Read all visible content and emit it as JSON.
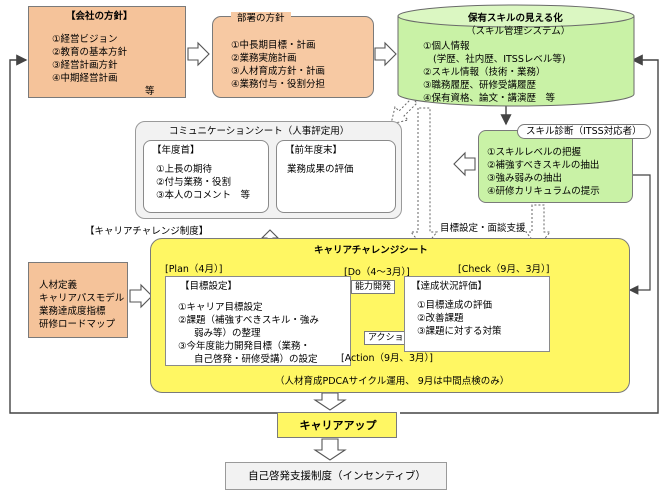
{
  "company_policy": {
    "title": "【会社の方針】",
    "items": [
      "①経営ビジョン",
      "②教育の基本方針",
      "③経営計画方針",
      "④中期経営計画",
      "等"
    ]
  },
  "dept_policy": {
    "title": "部署の方針",
    "items": [
      "①中長期目標・計画",
      "②業務実施計画",
      "③人材育成方針・計画",
      "④業務付与・役割分担"
    ]
  },
  "skill_system": {
    "title_1": "保有スキルの見える化",
    "title_2": "（スキル管理システム）",
    "items": [
      "①個人情報",
      "(学歴、社内歴、ITSSレベル等)",
      "②スキル情報（技術・業務）",
      "③職務履歴、研修受講履歴",
      "④保有資格、論文・講演歴　等"
    ]
  },
  "comm_sheet": {
    "title": "コミュニケーションシート（人事評定用）",
    "start": {
      "title": "【年度首】",
      "items": [
        "①上長の期待",
        "②付与業務・役割",
        "③本人のコメント　等"
      ]
    },
    "end": {
      "title": "【前年度末】",
      "items": [
        "業務成果の評価"
      ]
    }
  },
  "skill_diag": {
    "title": "スキル診断（ITSS対応者）",
    "items": [
      "①スキルレベルの把握",
      "②補強すべきスキルの抽出",
      "③強み弱みの抽出",
      "④研修カリキュラムの提示"
    ]
  },
  "labels": {
    "career_challenge": "【キャリアチャレンジ制度】",
    "goal_support": "目標設定・面談支援"
  },
  "talent": {
    "items": [
      "人材定義",
      "キャリアパスモデル",
      "業務達成度指標",
      "研修ロードマップ"
    ]
  },
  "career_sheet": {
    "title": "キャリアチャレンジシート",
    "plan_label": "[Plan（4月）]",
    "do_label": "[Do（4～3月）]",
    "check_label": "[Check（9月、3月）]",
    "action_label": "[Action（9月、3月）]",
    "goal": {
      "title": "【目標設定】",
      "items": [
        "①キャリア目標設定",
        "②課題（補強すべきスキル・強み",
        "弱み等）の整理",
        "③今年度能力開発目標（業務・",
        "自己啓発・研修受講）の設定"
      ]
    },
    "ability_tag": "能力開発",
    "action_tag": "アクション",
    "review": {
      "title": "【達成状況評価】",
      "items": [
        "①目標達成の評価",
        "②改善課題",
        "③課題に対する対策"
      ]
    },
    "footer": "（人材育成PDCAサイクル運用、 9月は中間点検のみ）"
  },
  "career_up": "キャリアアップ",
  "incentive": "自己啓発支援制度（インセンティブ）"
}
